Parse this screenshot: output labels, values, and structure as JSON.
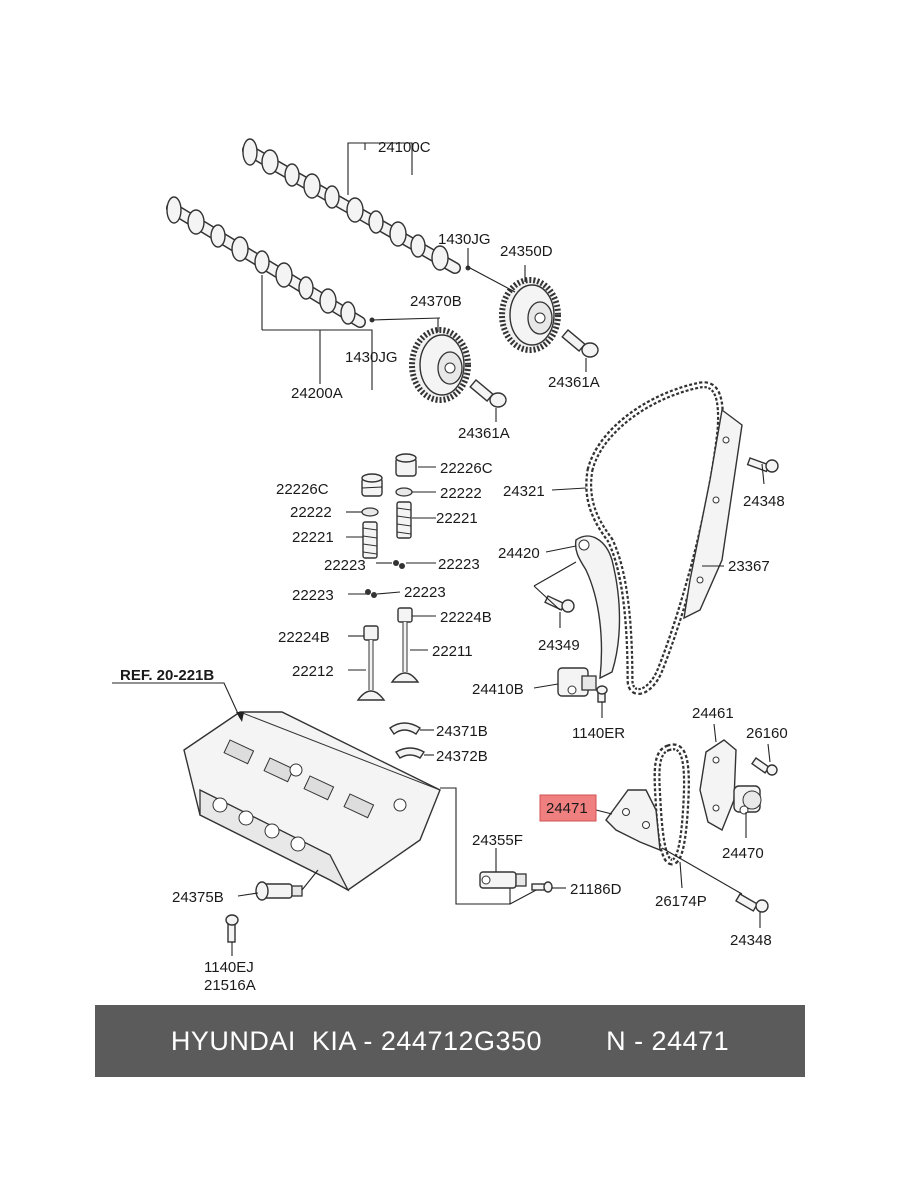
{
  "labels": {
    "l24100C": "24100C",
    "l1430JG_a": "1430JG",
    "l24350D": "24350D",
    "l24370B": "24370B",
    "l1430JG_b": "1430JG",
    "l24200A": "24200A",
    "l24361A_a": "24361A",
    "l24361A_b": "24361A",
    "l22226C_a": "22226C",
    "l22226C_b": "22226C",
    "l22222_a": "22222",
    "l22222_b": "22222",
    "l22221_a": "22221",
    "l22221_b": "22221",
    "l22223_a": "22223",
    "l22223_b": "22223",
    "l22223_c": "22223",
    "l22223_d": "22223",
    "l22224B_a": "22224B",
    "l22224B_b": "22224B",
    "l22212": "22212",
    "l22211": "22211",
    "l24321": "24321",
    "l24348_a": "24348",
    "l24420": "24420",
    "l23367": "23367",
    "l24349": "24349",
    "l24410B": "24410B",
    "l1140ER": "1140ER",
    "lREF": "REF. 20-221B",
    "l24371B": "24371B",
    "l24372B": "24372B",
    "l24461": "24461",
    "l26160": "26160",
    "l24471": "24471",
    "l24470": "24470",
    "l24355F": "24355F",
    "l21186D": "21186D",
    "l24375B": "24375B",
    "l26174P": "26174P",
    "l24348_b": "24348",
    "l1140EJ": "1140EJ",
    "l21516A": "21516A"
  },
  "highlight": {
    "part": "24471",
    "color": "#f08080"
  },
  "footer": {
    "brand": "HYUNDAI  KIA - 244712G350",
    "number": "N - 24471",
    "background": "#5b5b5b"
  }
}
